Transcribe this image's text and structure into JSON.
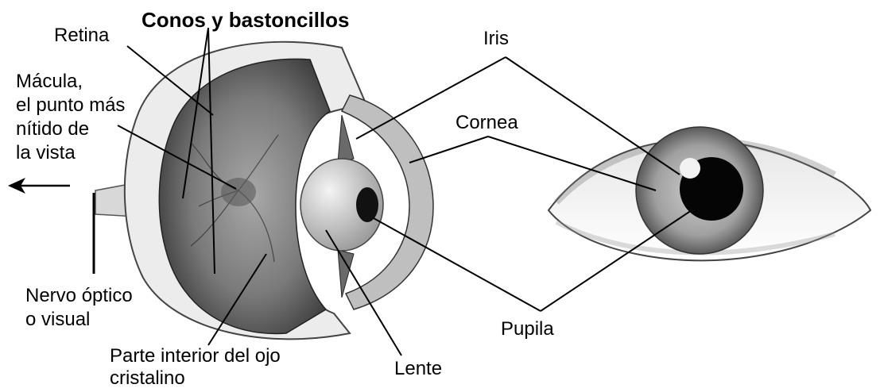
{
  "labels": {
    "conos": "Conos y bastoncillos",
    "retina": "Retina",
    "macula": [
      "Mácula,",
      "el punto más",
      "nítido de",
      "la vista"
    ],
    "iris": "Iris",
    "cornea": "Cornea",
    "nervio": [
      "Nervo óptico",
      "o visual"
    ],
    "parte": [
      "Parte interior del ojo",
      "cristalino"
    ],
    "lente": "Lente",
    "pupila": "Pupila"
  },
  "colors": {
    "ink": "#000000",
    "eyeball_shade": "#6e6e6e",
    "eyeball_light": "#bdbdbd",
    "lens": "#d9d9d9",
    "pupil": "#050505",
    "iris": "#8c8c8c"
  },
  "icons": {
    "direction_arrow": "arrow-left-icon"
  }
}
